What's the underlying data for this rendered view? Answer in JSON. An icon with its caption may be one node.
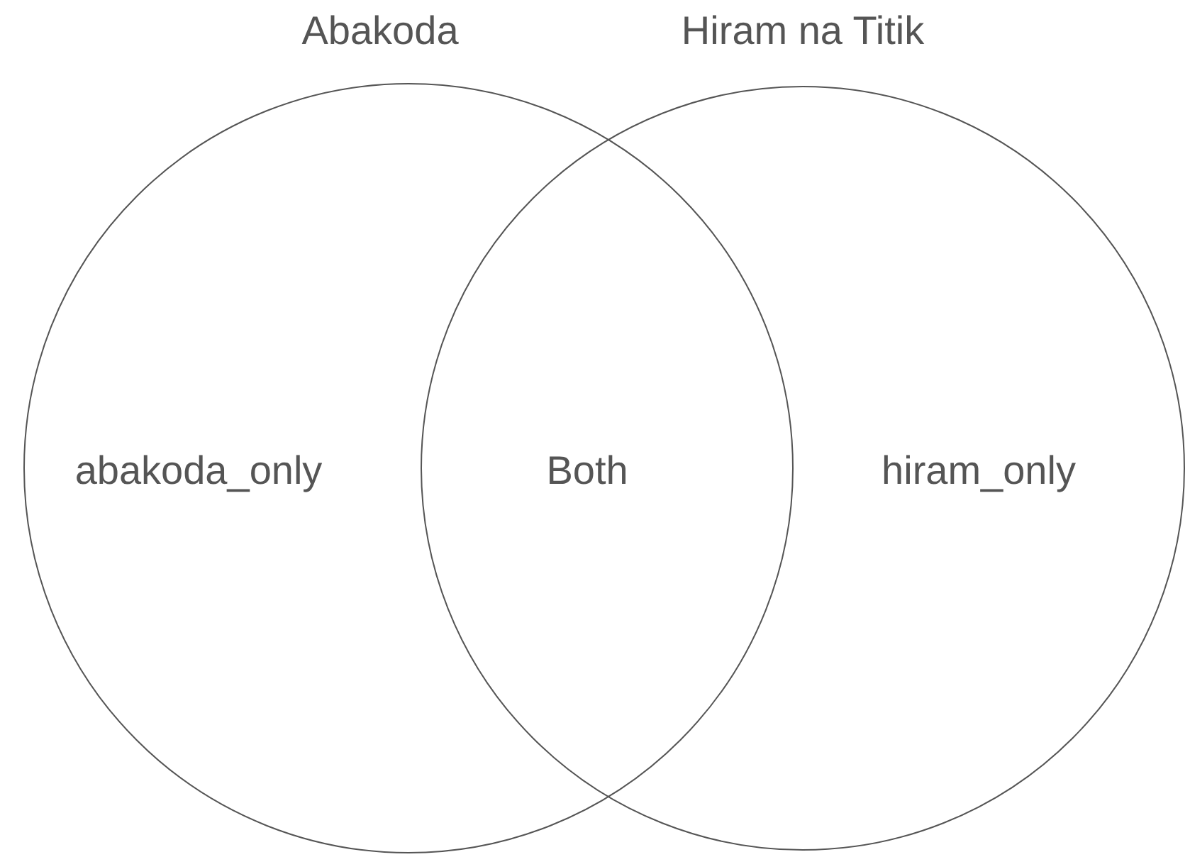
{
  "diagram": {
    "nodes": [
      {
        "text": [
          "Abakoda",
          "abakoda_only"
        ]
      },
      {
        "text": [
          "Hiram na Titik",
          "hiram_only"
        ]
      }
    ],
    "labels": [
      "Both"
    ]
  }
}
